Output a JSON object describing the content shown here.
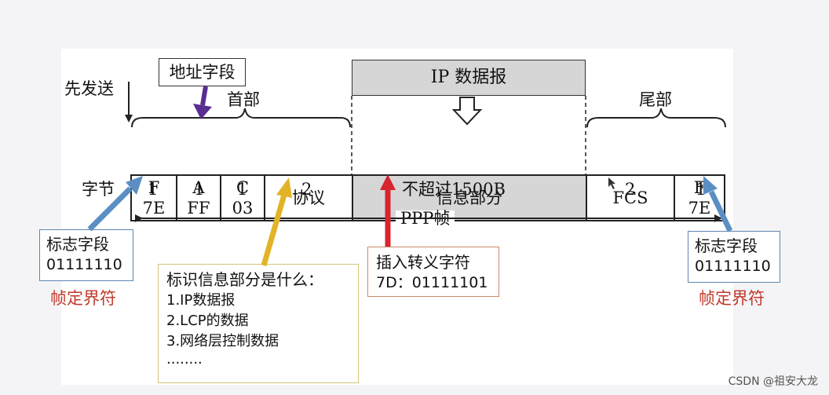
{
  "labels": {
    "send_first": "先发送",
    "address_field": "地址字段",
    "header": "首部",
    "ip_datagram": "IP 数据报",
    "trailer": "尾部",
    "bytes": "字节",
    "ppp_frame": "PPP帧"
  },
  "fields": [
    {
      "line1": "F",
      "line2": "7E",
      "bytes": "1"
    },
    {
      "line1": "A",
      "line2": "FF",
      "bytes": "1"
    },
    {
      "line1": "C",
      "line2": "03",
      "bytes": "1"
    },
    {
      "line1": "协议",
      "line2": "",
      "bytes": "2"
    },
    {
      "line1": "信息部分",
      "line2": "",
      "bytes": "不超过1500B"
    },
    {
      "line1": "FCS",
      "line2": "",
      "bytes": "2"
    },
    {
      "line1": "F",
      "line2": "7E",
      "bytes": "1"
    }
  ],
  "flag_left": {
    "title": "标志字段",
    "value": "01111110",
    "caption": "帧定界符"
  },
  "flag_right": {
    "title": "标志字段",
    "value": "01111110",
    "caption": "帧定界符"
  },
  "protocol_note": {
    "title": "标识信息部分是什么：",
    "items": [
      "1.IP数据报",
      "2.LCP的数据",
      "3.网络层控制数据",
      "........"
    ]
  },
  "escape_note": {
    "title": "插入转义字符",
    "value": "7D：01111101"
  },
  "watermark": "CSDN @祖安大龙",
  "colors": {
    "blue_arrow": "#5b8fc4",
    "purple_arrow": "#5a2d91",
    "gold_arrow": "#e3b326",
    "red_arrow": "#d8242e",
    "caption_red": "#c0392b"
  }
}
